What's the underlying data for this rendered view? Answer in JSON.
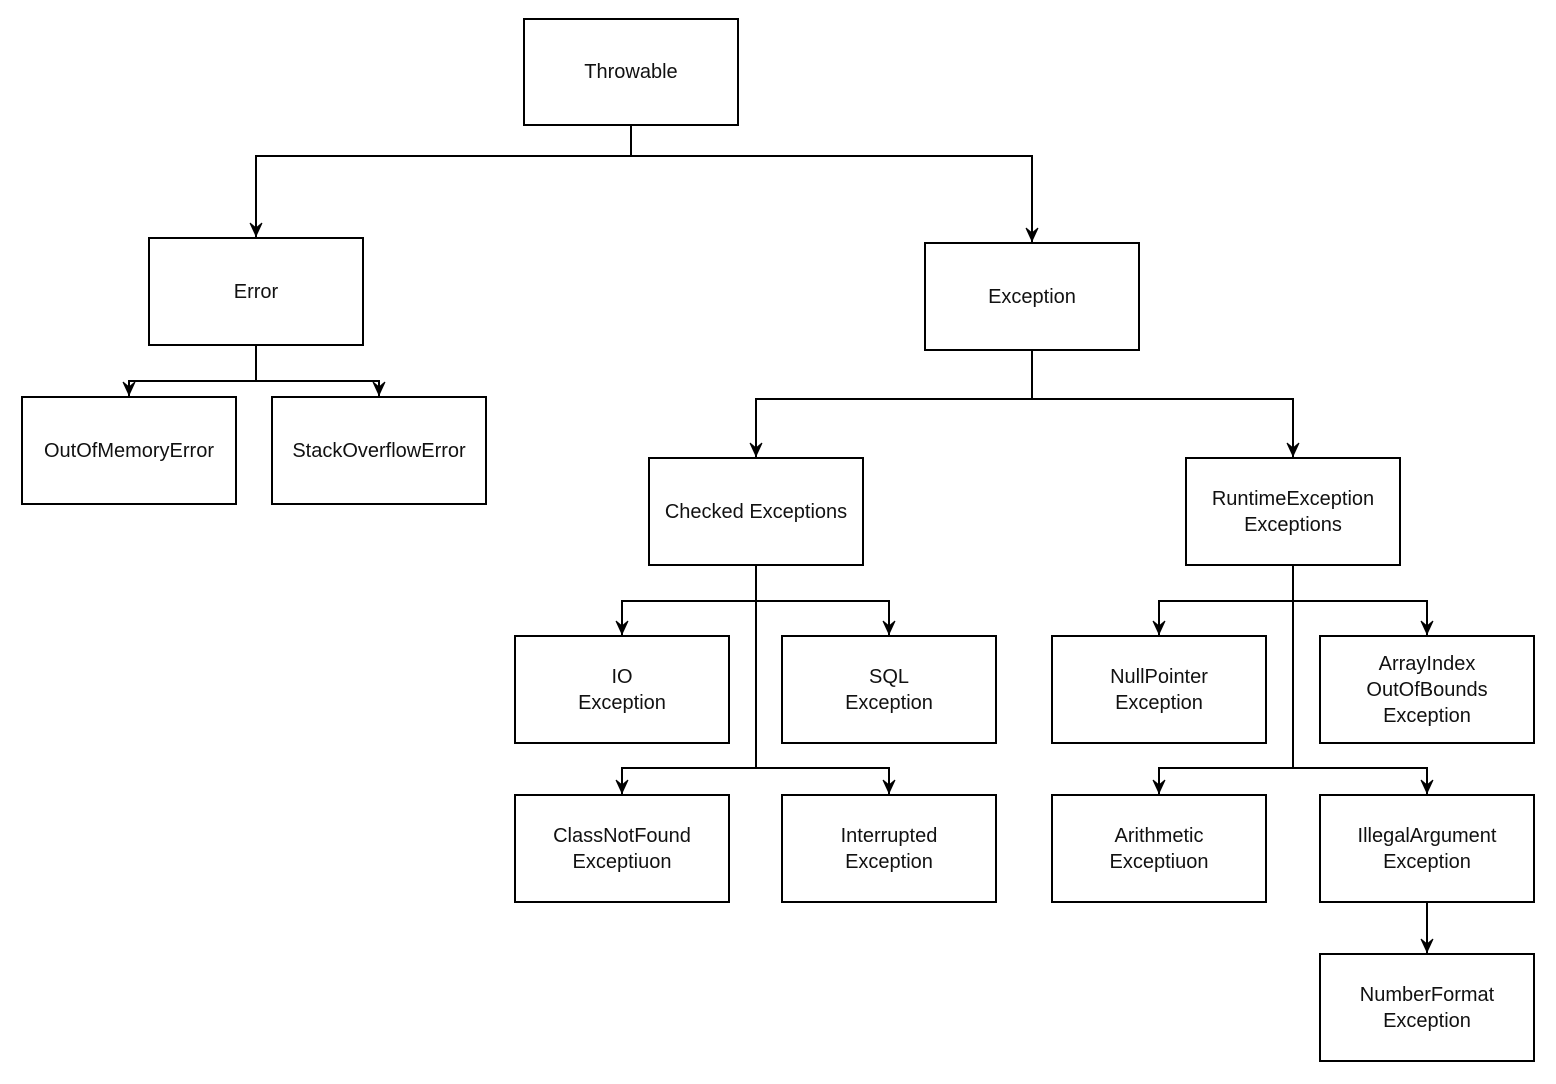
{
  "diagram": {
    "line_color": "#000000",
    "box_border_color": "#000000",
    "text_color": "#111111",
    "nodes": {
      "throwable": {
        "lines": [
          "Throwable"
        ]
      },
      "error": {
        "lines": [
          "Error"
        ]
      },
      "exception": {
        "lines": [
          "Exception"
        ]
      },
      "out_of_memory_error": {
        "lines": [
          "OutOfMemoryError"
        ]
      },
      "stack_overflow_error": {
        "lines": [
          "StackOverflowError"
        ]
      },
      "checked_exceptions": {
        "lines": [
          "Checked Exceptions"
        ]
      },
      "runtime_exceptions": {
        "lines": [
          "RuntimeException",
          "Exceptions"
        ]
      },
      "io_exception": {
        "lines": [
          "IO",
          "Exception"
        ]
      },
      "sql_exception": {
        "lines": [
          "SQL",
          "Exception"
        ]
      },
      "class_not_found_exception": {
        "lines": [
          "ClassNotFound",
          "Exceptiuon"
        ]
      },
      "interrupted_exception": {
        "lines": [
          "Interrupted",
          "Exception"
        ]
      },
      "null_pointer_exception": {
        "lines": [
          "NullPointer",
          "Exception"
        ]
      },
      "array_index_out_of_bounds_exception": {
        "lines": [
          "ArrayIndex",
          "OutOfBounds",
          "Exception"
        ]
      },
      "arithmetic_exception": {
        "lines": [
          "Arithmetic",
          "Exceptiuon"
        ]
      },
      "illegal_argument_exception": {
        "lines": [
          "IllegalArgument",
          "Exception"
        ]
      },
      "number_format_exception": {
        "lines": [
          "NumberFormat",
          "Exception"
        ]
      }
    },
    "edges": [
      {
        "from": "throwable",
        "to": "error"
      },
      {
        "from": "throwable",
        "to": "exception"
      },
      {
        "from": "error",
        "to": "out_of_memory_error"
      },
      {
        "from": "error",
        "to": "stack_overflow_error"
      },
      {
        "from": "exception",
        "to": "checked_exceptions"
      },
      {
        "from": "exception",
        "to": "runtime_exceptions"
      },
      {
        "from": "checked_exceptions",
        "to": "io_exception"
      },
      {
        "from": "checked_exceptions",
        "to": "sql_exception"
      },
      {
        "from": "checked_exceptions",
        "to": "class_not_found_exception"
      },
      {
        "from": "checked_exceptions",
        "to": "interrupted_exception"
      },
      {
        "from": "runtime_exceptions",
        "to": "null_pointer_exception"
      },
      {
        "from": "runtime_exceptions",
        "to": "array_index_out_of_bounds_exception"
      },
      {
        "from": "runtime_exceptions",
        "to": "arithmetic_exception"
      },
      {
        "from": "runtime_exceptions",
        "to": "illegal_argument_exception"
      },
      {
        "from": "illegal_argument_exception",
        "to": "number_format_exception"
      }
    ]
  }
}
